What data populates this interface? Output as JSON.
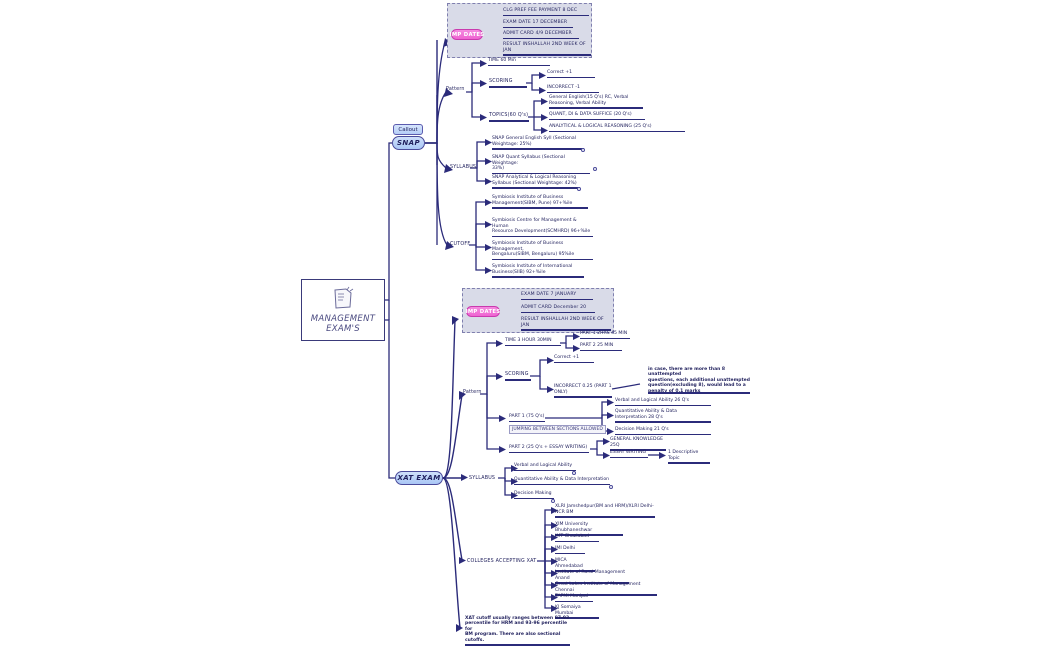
{
  "root": {
    "label": "MANAGEMENT\nEXAM'S",
    "icon": "document-icon"
  },
  "branches": {
    "snap": {
      "label": "SNAP",
      "callout_tag": "Callout"
    },
    "xat": {
      "label": "XAT EXAM"
    }
  },
  "snap": {
    "imp_dates": {
      "title": "IMP DATES",
      "items": [
        "CLG PREF FEE PAYMENT 8 DEC",
        "EXAM DATE 17 DECEMBER",
        "ADMIT CARD 4/9 DECEMBER",
        "RESULT INSHALLAH 2ND WEEK OF JAN"
      ]
    },
    "pattern": {
      "label": "Pattern",
      "time": "TIME  60 Min",
      "scoring": {
        "label": "SCORING",
        "correct": "Correct +1",
        "incorrect": "INCORRECT -1"
      },
      "topics": {
        "label": "TOPICS(60 Q's)",
        "items": [
          "General English(15 Q's) RC, Verbal\nReasoning, Verbal Ability",
          "QUANT, DI & DATA SUFFICE (20 Q's)",
          "ANALYTICAL & LOGICAL REASONING (25 Q's)"
        ]
      }
    },
    "syllabus": {
      "label": "SYLLABUS",
      "items": [
        "SNAP General English Syll (Sectional\nWeightage: 25%)",
        "SNAP Quant Syllabus (Sectional Weightage:\n33%)",
        "SNAP Analytical & Logical Reasoning\nSyllabus (Sectional Weightage: 42%)"
      ]
    },
    "cutoff": {
      "label": "CUTOFF",
      "items": [
        "Symbiosis Institute of Business\nManagement(SIBM, Pune) 97+%ile",
        "Symbiosis Centre for Management & Human\nResource Development(SCMHRD)  96+%ile",
        "Symbiosis Institute of Business Management,\nBengaluru(SIBM, Bengaluru)  95%ile",
        "Symbiosis Institute of International\nBusiness(SIIB)  92+%ile"
      ]
    }
  },
  "xat": {
    "imp_dates": {
      "title": "IMP DATES",
      "items": [
        "EXAM DATE 7 JANUARY",
        "ADMIT CARD December 20",
        "RESULT INSHALLAH 2ND WEEK OF JAN"
      ]
    },
    "pattern": {
      "label": "Pattern",
      "time": {
        "label": "TIME  3 HOUR 30MIN",
        "parts": [
          "PART 1 2HRS 45 MIN",
          "PART 2 25 MIN"
        ]
      },
      "scoring": {
        "label": "SCORING",
        "correct": "Correct +1",
        "incorrect": "INCORRECT 0.25 (PART 1 ONLY)",
        "penalty_note": "in case, there are more than 8 unattempted\nquestions, each additional unattempted\nquestion(excluding 8), would lead to a\npenalty of 0.1 marks"
      },
      "part1": {
        "label": "PART 1 (75 Q's)",
        "note": "JUMPING BETWEEN SECTIONS ALLOWED",
        "items": [
          "Verbal and Logical Ability 26 Q's",
          "Quantitative Ability & Data\nInterpretation 28 Q's",
          "Decision Making 21 Q's"
        ]
      },
      "part2": {
        "label": "PART 2 (25 Q's + ESSAY WRITING)",
        "items": [
          "GENERAL KNOWLEDGE 25Q",
          "ESSAY WRITING"
        ],
        "essay_detail": "1 Descriptive Topic"
      }
    },
    "syllabus": {
      "label": "SYLLABUS",
      "items": [
        "Verbal and Logical Ability",
        "Quantitative Ability & Data Interpretation",
        "Decision Making"
      ]
    },
    "colleges": {
      "label": "COLLEGES ACCEPTING XAT",
      "items": [
        "XLRI Jamshedpur(BM and HRM)/XLRI Delhi-\nNCR BM",
        "XIM University Bhubhaneshwar",
        "IMT Ghaziabad",
        "IMI Delhi",
        "MICA Ahmedabad",
        "Institute of Rural Management Anand",
        "Great Lakes Institute of Management Chennai",
        "TAPMI Manipal",
        "KJ Somaiya Mumbai"
      ]
    },
    "cutoff_note": "XAT cutoff usually ranges between 87-93\npercentile for HRM and 93-96 percentile for\nBM program. There are also sectional\ncutoffs."
  },
  "colors": {
    "line": "#2b2b7a",
    "pill": "#a9c6f5",
    "imp_pill": "#ef63d1",
    "group_bg": "#d9dbe8"
  }
}
